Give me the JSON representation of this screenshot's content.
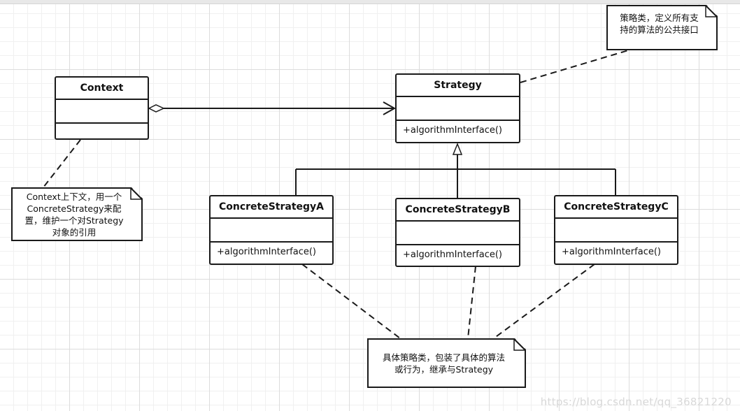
{
  "diagram": {
    "classes": [
      {
        "key": "context",
        "name": "Context",
        "operation": ""
      },
      {
        "key": "strategy",
        "name": "Strategy",
        "operation": "+algorithmInterface()"
      },
      {
        "key": "concrete_a",
        "name": "ConcreteStrategyA",
        "operation": "+algorithmInterface()"
      },
      {
        "key": "concrete_b",
        "name": "ConcreteStrategyB",
        "operation": "+algorithmInterface()"
      },
      {
        "key": "concrete_c",
        "name": "ConcreteStrategyC",
        "operation": "+algorithmInterface()"
      }
    ],
    "notes": {
      "strategy_note": [
        "策略类，定义所有支",
        "持的算法的公共接口"
      ],
      "context_note": [
        "Context上下文，用一个",
        "ConcreteStrategy来配",
        "置，维护一个对Strategy",
        "对象的引用"
      ],
      "concrete_note": [
        "具体策略类，包装了具体的算法",
        "或行为，继承与Strategy"
      ]
    },
    "relations": [
      {
        "type": "aggregation",
        "from": "Context",
        "to": "Strategy"
      },
      {
        "type": "generalization",
        "from": "ConcreteStrategyA",
        "to": "Strategy"
      },
      {
        "type": "generalization",
        "from": "ConcreteStrategyB",
        "to": "Strategy"
      },
      {
        "type": "generalization",
        "from": "ConcreteStrategyC",
        "to": "Strategy"
      }
    ]
  },
  "watermark": "https://blog.csdn.net/qq_36821220"
}
